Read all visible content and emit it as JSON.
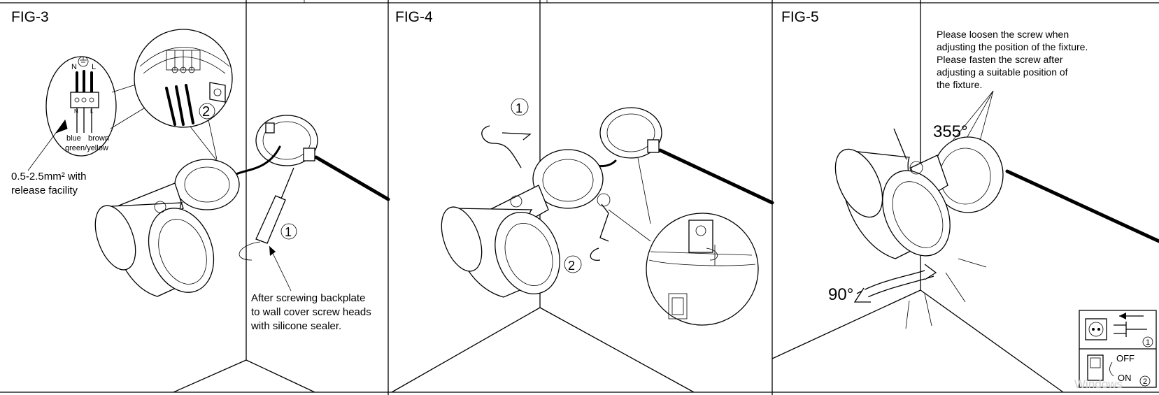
{
  "figures": {
    "fig3": {
      "title": "FIG-3",
      "terminal_labels": {
        "n": "N",
        "l": "L",
        "n_small": "N",
        "l_small": "L"
      },
      "wire_blue": "blue",
      "wire_brown": "brown",
      "wire_green_yellow": "green/yellow",
      "conductor_note_line1": "0.5-2.5mm² with",
      "conductor_note_line2": "release facility",
      "step_marker_2": "2",
      "step_marker_1": "1",
      "sealer_note_line1": "After screwing backplate",
      "sealer_note_line2": "to wall cover screw heads",
      "sealer_note_line3": "with silicone sealer."
    },
    "fig4": {
      "title": "FIG-4",
      "step_marker_1": "1",
      "step_marker_2": "2"
    },
    "fig5": {
      "title": "FIG-5",
      "screw_note": [
        "Please loosen the screw when",
        "adjusting the position of the fixture.",
        "Please fasten the screw after",
        "adjusting a suitable position of",
        "the fixture."
      ],
      "angle_horizontal": "355°",
      "angle_vertical": "90°",
      "power_step_1": "1",
      "power_step_2": "2",
      "switch_off": "OFF",
      "switch_on": "ON"
    }
  },
  "watermark": "Windows"
}
